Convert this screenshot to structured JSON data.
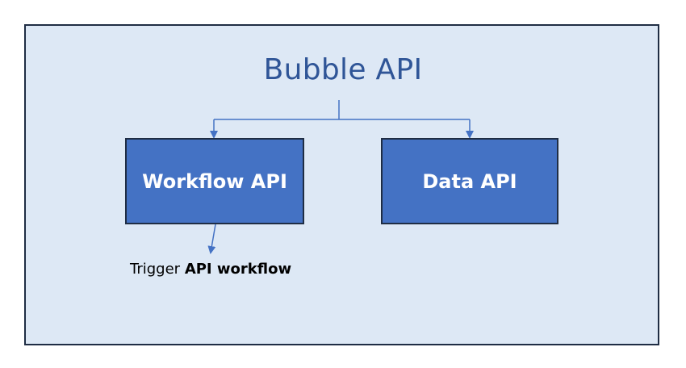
{
  "diagram": {
    "title": "Bubble API",
    "nodes": [
      {
        "id": "workflow",
        "label": "Workflow API"
      },
      {
        "id": "data",
        "label": "Data API"
      }
    ],
    "annotation": {
      "prefix": "Trigger",
      "emphasis": "API workflow"
    },
    "colors": {
      "background": "#dde8f5",
      "border": "#1f2d44",
      "box_fill": "#4472c4",
      "title_text": "#2f5597",
      "connector": "#4472c4"
    }
  }
}
